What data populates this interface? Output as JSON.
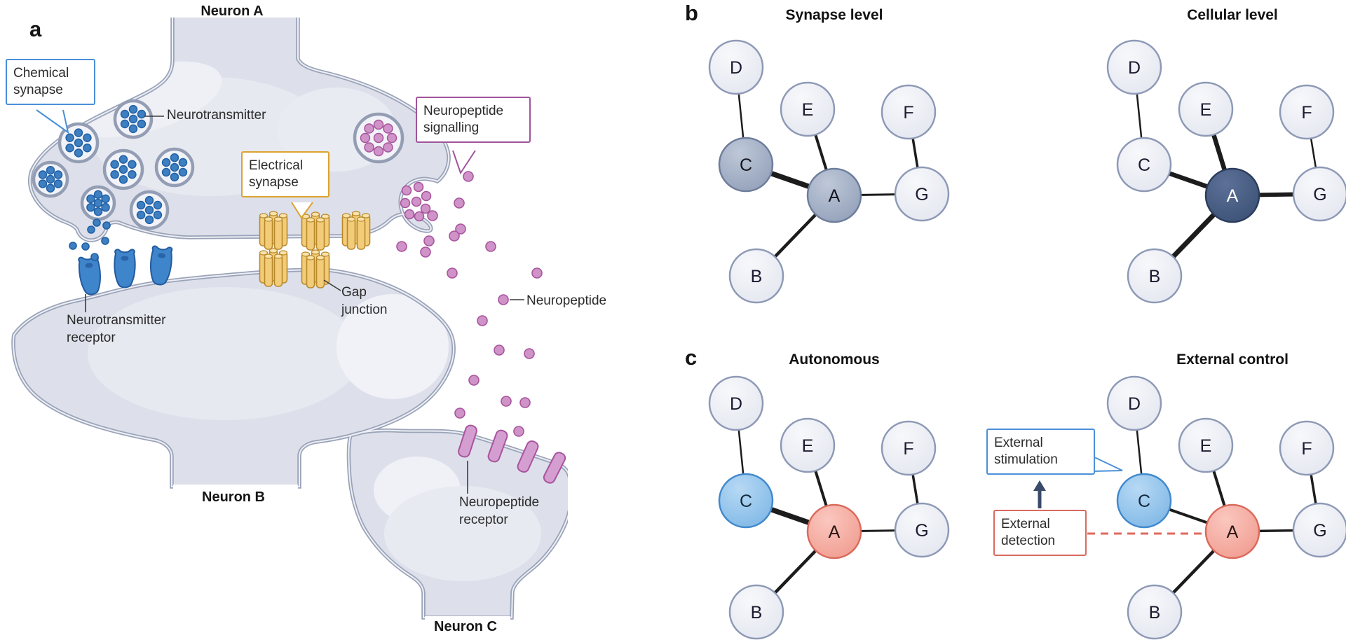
{
  "figure": {
    "panel_a": {
      "letter": "a",
      "neuron_a_label": "Neuron A",
      "neuron_b_label": "Neuron B",
      "neuron_c_label": "Neuron C",
      "chemical_synapse_callout": "Chemical synapse",
      "electrical_synapse_callout": "Electrical synapse",
      "neuropeptide_signalling_callout": "Neuropeptide signalling",
      "neurotransmitter_label": "Neurotransmitter",
      "neurotransmitter_receptor_label": "Neurotransmitter receptor",
      "gap_junction_label": "Gap junction",
      "neuropeptide_label": "Neuropeptide",
      "neuropeptide_receptor_label": "Neuropeptide receptor"
    },
    "panel_b": {
      "letter": "b",
      "left_title": "Synapse level",
      "right_title": "Cellular level"
    },
    "panel_c": {
      "letter": "c",
      "left_title": "Autonomous",
      "right_title": "External control",
      "external_stimulation_label": "External stimulation",
      "external_detection_label": "External detection"
    }
  },
  "network_diagram": {
    "node_ids": [
      "A",
      "B",
      "C",
      "D",
      "E",
      "F",
      "G"
    ],
    "edges": [
      {
        "from": "D",
        "to": "C"
      },
      {
        "from": "C",
        "to": "A"
      },
      {
        "from": "E",
        "to": "A"
      },
      {
        "from": "A",
        "to": "G"
      },
      {
        "from": "A",
        "to": "B"
      },
      {
        "from": "F",
        "to": "G"
      }
    ],
    "instances": [
      {
        "id": "synapse-level",
        "title": "Synapse level",
        "node_styles": {
          "C": "slate",
          "A": "slate"
        },
        "edge_weights": {
          "D-C": 2.5,
          "C-A": 7.5,
          "E-A": 4,
          "A-G": 3,
          "A-B": 4.5,
          "F-G": 3.5
        }
      },
      {
        "id": "cellular-level",
        "title": "Cellular level",
        "node_styles": {
          "A": "navy"
        },
        "edge_weights": {
          "D-C": 2.5,
          "C-A": 6.5,
          "E-A": 6.5,
          "A-G": 6,
          "A-B": 7,
          "F-G": 2.5
        }
      },
      {
        "id": "autonomous",
        "title": "Autonomous",
        "node_styles": {
          "C": "blue",
          "A": "red"
        },
        "edge_weights": {
          "D-C": 2.5,
          "C-A": 7.5,
          "E-A": 4,
          "A-G": 3,
          "A-B": 4.5,
          "F-G": 3.5
        }
      },
      {
        "id": "external-control",
        "title": "External control",
        "node_styles": {
          "C": "blue",
          "A": "red"
        },
        "edge_weights": {
          "D-C": 2.5,
          "C-A": 4,
          "E-A": 4,
          "A-G": 3.5,
          "A-B": 4.5,
          "F-G": 3.5
        }
      }
    ]
  },
  "colors": {
    "chemical_blue": "#4a90d9",
    "electrical_gold": "#dca32e",
    "neuropeptide_purple": "#a0549b",
    "detection_red": "#d9695f",
    "arrow_navy": "#3a4a6b",
    "cell_fill": "#dde0ea",
    "membrane_grey": "#9aa3b8",
    "neurotransmitter_blue": "#3d7fc1",
    "neuropeptide_pink": "#cf93c8",
    "gap_junction_yellow": "#f3cc7a",
    "node_slate": "#97a4bc",
    "node_navy": "#3c5175",
    "node_blue": "#7cb6e6",
    "node_red": "#f1998c",
    "edge_black": "#1c1c1c"
  }
}
